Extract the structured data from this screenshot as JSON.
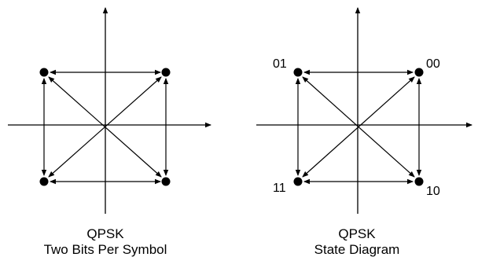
{
  "panels": [
    {
      "id": "left",
      "caption_line1": "QPSK",
      "caption_line2": "Two Bits Per Symbol"
    },
    {
      "id": "right",
      "caption_line1": "QPSK",
      "caption_line2": "State Diagram",
      "state_labels": {
        "top_left": "01",
        "top_right": "00",
        "bottom_left": "11",
        "bottom_right": "10"
      }
    }
  ]
}
